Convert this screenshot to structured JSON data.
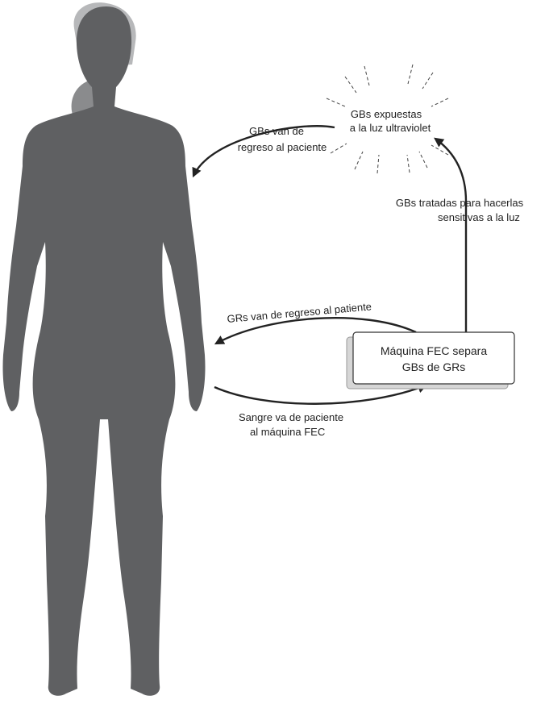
{
  "diagram": {
    "uv_label": [
      "GBs expuestas",
      "a la luz ultraviolet"
    ],
    "return_to_patient_label": [
      "GBs van de",
      "regreso al paciente"
    ],
    "treatment_label": [
      "GBs tratadas para hacerlas",
      "sensitivas a la luz"
    ],
    "rbc_return_label": "GRs van de regreso al patiente",
    "blood_to_machine_label": [
      "Sangre va de paciente",
      "al máquina FEC"
    ],
    "machine_label": [
      "Máquina FEC separa",
      "GBs de GRs"
    ]
  },
  "colors": {
    "body": "#5f6062",
    "hair_highlight": "#b7b8ba",
    "ink": "#222222",
    "box_shadow": "#d6d6d6"
  }
}
